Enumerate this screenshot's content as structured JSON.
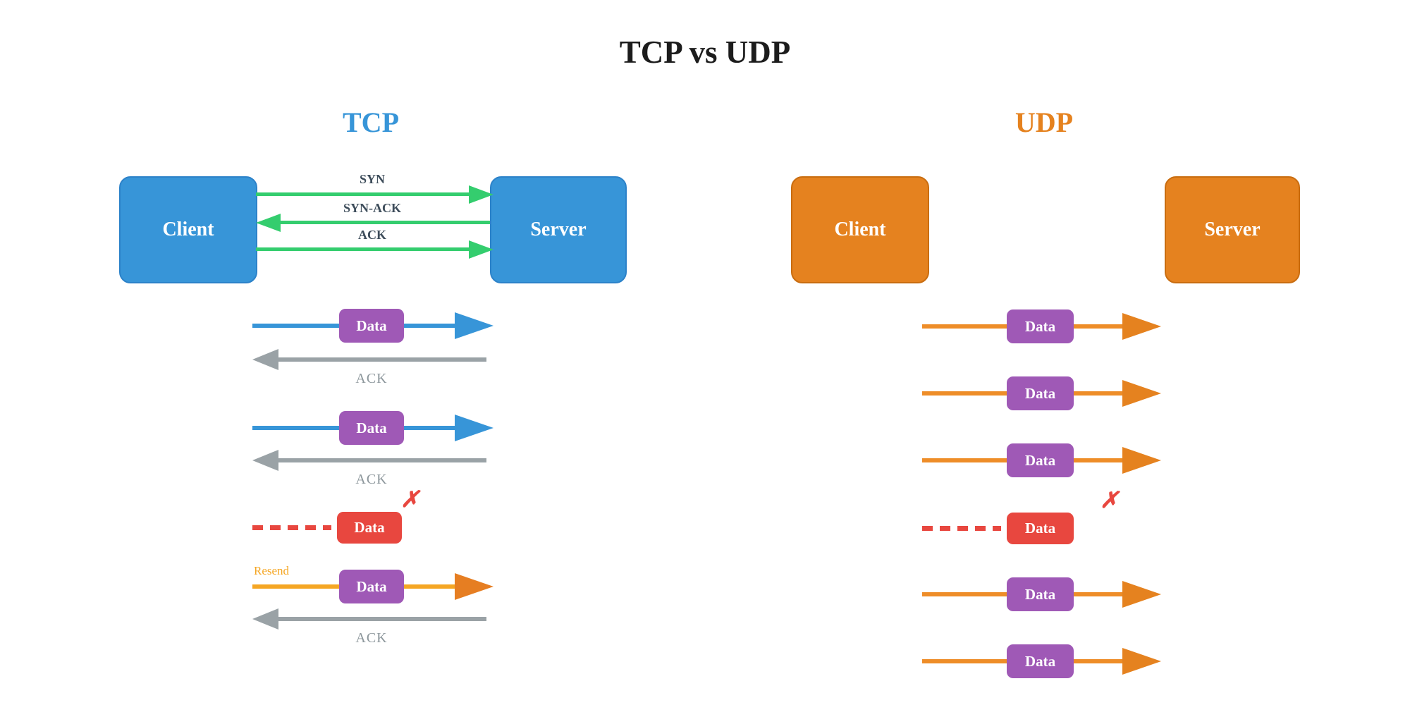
{
  "title": "TCP vs UDP",
  "palette": {
    "tcp_blue": "#3795d8",
    "tcp_blue_border": "#2c82c9",
    "udp_orange": "#e5821f",
    "udp_orange_border": "#c96d10",
    "handshake_green": "#34cd6e",
    "handshake_label_color": "#3e4d5b",
    "data_purple": "#9f59b6",
    "ack_gray": "#9aa2a6",
    "lost_red": "#e8473f",
    "resend_orange": "#f5a623",
    "orange_arrowhead": "#e67e22",
    "title_color": "#1c1c1c"
  },
  "tcp": {
    "heading": "TCP",
    "client_label": "Client",
    "server_label": "Server",
    "handshake": [
      {
        "label": "SYN",
        "direction": "right"
      },
      {
        "label": "SYN-ACK",
        "direction": "left"
      },
      {
        "label": "ACK",
        "direction": "right"
      }
    ],
    "flows": [
      {
        "kind": "data",
        "label": "Data"
      },
      {
        "kind": "ack",
        "label": "ACK"
      },
      {
        "kind": "data",
        "label": "Data"
      },
      {
        "kind": "ack",
        "label": "ACK"
      },
      {
        "kind": "data-lost",
        "label": "Data",
        "mark": "✗"
      },
      {
        "kind": "data-resend",
        "label": "Data",
        "note": "Resend"
      },
      {
        "kind": "ack",
        "label": "ACK"
      }
    ]
  },
  "udp": {
    "heading": "UDP",
    "client_label": "Client",
    "server_label": "Server",
    "flows": [
      {
        "kind": "data",
        "label": "Data"
      },
      {
        "kind": "data",
        "label": "Data"
      },
      {
        "kind": "data",
        "label": "Data"
      },
      {
        "kind": "data-lost",
        "label": "Data",
        "mark": "✗"
      },
      {
        "kind": "data",
        "label": "Data"
      },
      {
        "kind": "data",
        "label": "Data"
      }
    ]
  }
}
